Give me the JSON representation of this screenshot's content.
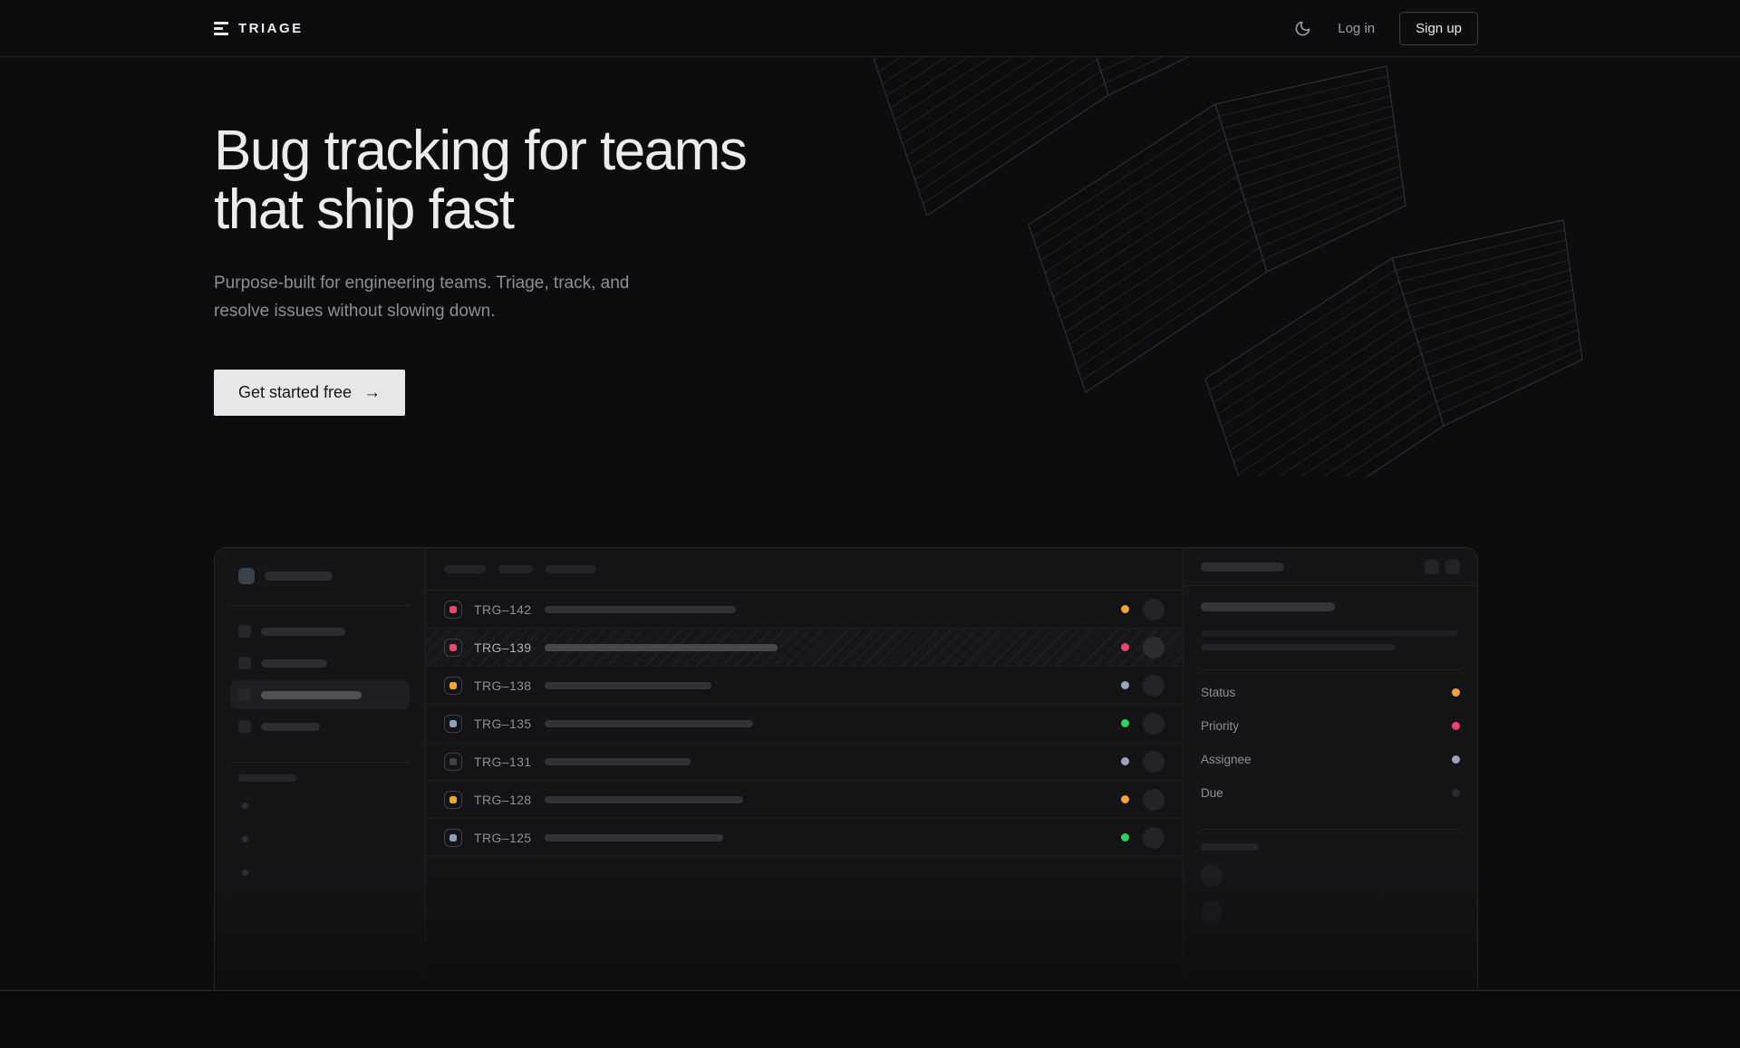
{
  "nav": {
    "brand": "TRIAGE",
    "log_in": "Log in",
    "sign_up": "Sign up"
  },
  "hero": {
    "title_line1": "Bug tracking for teams",
    "title_line2": "that ship fast",
    "subtitle": "Purpose-built for engineering teams. Triage, track, and resolve issues without slowing down.",
    "cta_label": "Get started free",
    "cta_arrow": "→"
  },
  "mockup": {
    "list_header_pill_widths": [
      46,
      38,
      56
    ],
    "sidebar_nav": [
      {
        "width": 93,
        "active": false
      },
      {
        "width": 73,
        "active": false
      },
      {
        "width": 111,
        "active": true
      },
      {
        "width": 65,
        "active": false
      }
    ],
    "issues": [
      {
        "id": "TRG–142",
        "type_color": "pink",
        "title_bar_width": 211,
        "status_color": "amber",
        "selected": false
      },
      {
        "id": "TRG–139",
        "type_color": "pink",
        "title_bar_width": 257,
        "status_color": "pink",
        "selected": true
      },
      {
        "id": "TRG–138",
        "type_color": "amber",
        "title_bar_width": 184,
        "status_color": "slate",
        "selected": false
      },
      {
        "id": "TRG–135",
        "type_color": "slate",
        "title_bar_width": 230,
        "status_color": "green",
        "selected": false
      },
      {
        "id": "TRG–131",
        "type_color": "gray",
        "title_bar_width": 161,
        "status_color": "slate",
        "selected": false
      },
      {
        "id": "TRG–128",
        "type_color": "amber",
        "title_bar_width": 219,
        "status_color": "amber",
        "selected": false
      },
      {
        "id": "TRG–125",
        "type_color": "slate",
        "title_bar_width": 197,
        "status_color": "green",
        "selected": false
      }
    ],
    "detail_fields": [
      {
        "label": "Status",
        "dot_color": "amber"
      },
      {
        "label": "Priority",
        "dot_color": "pink"
      },
      {
        "label": "Assignee",
        "dot_color": "slate"
      },
      {
        "label": "Due",
        "dot_color": "muted"
      }
    ]
  },
  "colors": {
    "amber": "#f2a33c",
    "pink": "#ef4470",
    "slate": "#9aa5b8",
    "green": "#2ed15d",
    "muted": "#2a2a30",
    "icon_pink": "#e8486e",
    "icon_amber": "#eda633",
    "icon_slate": "#8da0b5",
    "icon_gray": "#41434a"
  }
}
